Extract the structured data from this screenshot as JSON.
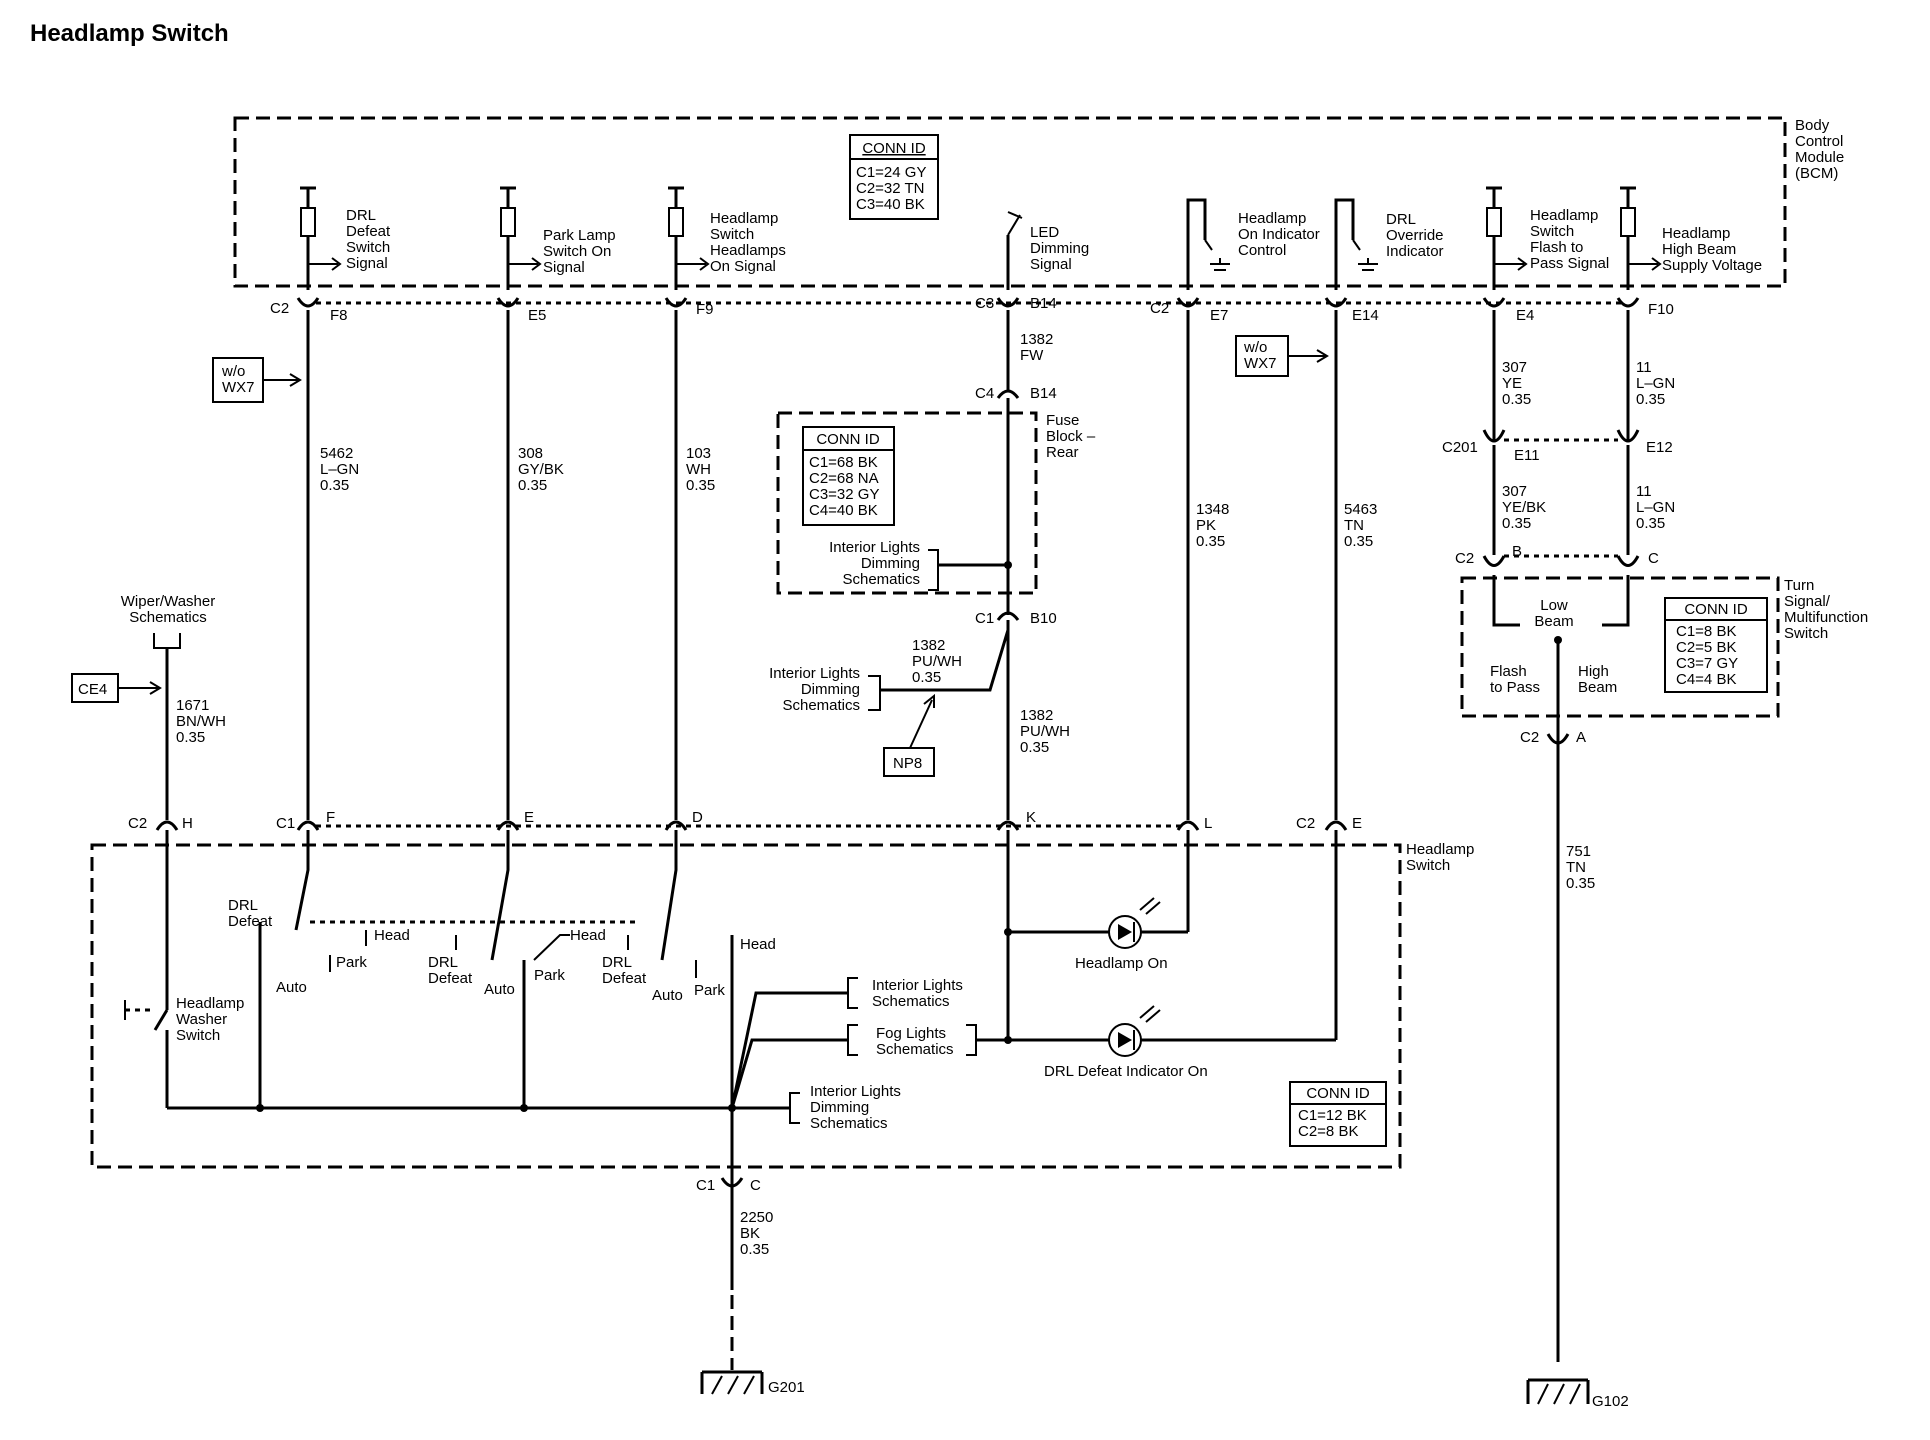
{
  "title": "Headlamp Switch",
  "bcm": {
    "label": [
      "Body",
      "Control",
      "Module",
      "(BCM)"
    ],
    "conn_id": {
      "title": "CONN ID",
      "rows": [
        "C1=24 GY",
        "C2=32 TN",
        "C3=40 BK"
      ]
    },
    "signals": {
      "drl_defeat": [
        "DRL",
        "Defeat",
        "Switch",
        "Signal"
      ],
      "park_lamp": [
        "Park Lamp",
        "Switch On",
        "Signal"
      ],
      "headlamp_switch": [
        "Headlamp",
        "Switch",
        "Headlamps",
        "On Signal"
      ],
      "led_dimming": [
        "LED",
        "Dimming",
        "Signal"
      ],
      "headlamp_on_ind": [
        "Headlamp",
        "On Indicator",
        "Control"
      ],
      "drl_override": [
        "DRL",
        "Override",
        "Indicator"
      ],
      "flash_to_pass": [
        "Headlamp",
        "Switch",
        "Flash to",
        "Pass Signal"
      ],
      "high_beam_supply": [
        "Headlamp",
        "High Beam",
        "Supply Voltage"
      ]
    }
  },
  "pins": {
    "c2": "C2",
    "f8": "F8",
    "e5": "E5",
    "f9": "F9",
    "c3": "C3",
    "b14": "B14",
    "c2b": "C2",
    "e7": "E7",
    "e14": "E14",
    "e4": "E4",
    "f10": "F10",
    "c4": "C4",
    "b14b": "B14",
    "c1": "C1",
    "b10": "B10",
    "c201": "C201",
    "e11": "E11",
    "e12": "E12",
    "c2c": "C2",
    "b": "B",
    "c": "C",
    "c2d": "C2",
    "a": "A",
    "c2e": "C2",
    "h": "H",
    "c1b": "C1",
    "f": "F",
    "e": "E",
    "d": "D",
    "k": "K",
    "l": "L",
    "c2f": "C2",
    "e2": "E",
    "c1c": "C1",
    "cc": "C"
  },
  "wires": {
    "w5462": [
      "5462",
      "L–GN",
      "0.35"
    ],
    "w308": [
      "308",
      "GY/BK",
      "0.35"
    ],
    "w103": [
      "103",
      "WH",
      "0.35"
    ],
    "w1382fw": [
      "1382",
      "FW"
    ],
    "w1348": [
      "1348",
      "PK",
      "0.35"
    ],
    "w5463": [
      "5463",
      "TN",
      "0.35"
    ],
    "w307ye": [
      "307",
      "YE",
      "0.35"
    ],
    "w11a": [
      "11",
      "L–GN",
      "0.35"
    ],
    "w307yebk": [
      "307",
      "YE/BK",
      "0.35"
    ],
    "w11b": [
      "11",
      "L–GN",
      "0.35"
    ],
    "w1382puwh_a": [
      "1382",
      "PU/WH",
      "0.35"
    ],
    "w1382puwh_b": [
      "1382",
      "PU/WH",
      "0.35"
    ],
    "w1671": [
      "1671",
      "BN/WH",
      "0.35"
    ],
    "w751": [
      "751",
      "TN",
      "0.35"
    ],
    "w2250": [
      "2250",
      "BK",
      "0.35"
    ]
  },
  "tags": {
    "wx7_left": [
      "w/o",
      "WX7"
    ],
    "wx7_right": [
      "w/o",
      "WX7"
    ],
    "ce4": "CE4",
    "np8": "NP8"
  },
  "fuse_block": {
    "label": [
      "Fuse",
      "Block –",
      "Rear"
    ],
    "conn_id": {
      "title": "CONN ID",
      "rows": [
        "C1=68 BK",
        "C2=68 NA",
        "C3=32 GY",
        "C4=40 BK"
      ]
    },
    "ref": [
      "Interior Lights",
      "Dimming",
      "Schematics"
    ]
  },
  "interior_dimming_ext": [
    "Interior Lights",
    "Dimming",
    "Schematics"
  ],
  "wiper_washer": [
    "Wiper/Washer",
    "Schematics"
  ],
  "turn_signal": {
    "label": [
      "Turn",
      "Signal/",
      "Multifunction",
      "Switch"
    ],
    "conn_id": {
      "title": "CONN ID",
      "rows": [
        "C1=8 BK",
        "C2=5 BK",
        "C3=7 GY",
        "C4=4 BK"
      ]
    },
    "low_beam": [
      "Low",
      "Beam"
    ],
    "flash_to_pass": [
      "Flash",
      "to Pass"
    ],
    "high_beam": [
      "High",
      "Beam"
    ]
  },
  "headlamp_switch": {
    "label": [
      "Headlamp",
      "Switch"
    ],
    "conn_id": {
      "title": "CONN ID",
      "rows": [
        "C1=12 BK",
        "C2=8 BK"
      ]
    },
    "drl_defeat": [
      "DRL",
      "Defeat"
    ],
    "head": "Head",
    "park": "Park",
    "auto": "Auto",
    "drl_defeat2": [
      "DRL",
      "Defeat"
    ],
    "washer_switch": [
      "Headlamp",
      "Washer",
      "Switch"
    ],
    "interior_lights": [
      "Interior Lights",
      "Schematics"
    ],
    "fog_lights": [
      "Fog Lights",
      "Schematics"
    ],
    "interior_dimming": [
      "Interior Lights",
      "Dimming",
      "Schematics"
    ],
    "headlamp_on": "Headlamp On",
    "drl_defeat_ind": "DRL Defeat Indicator On"
  },
  "grounds": {
    "g201": "G201",
    "g102": "G102"
  }
}
